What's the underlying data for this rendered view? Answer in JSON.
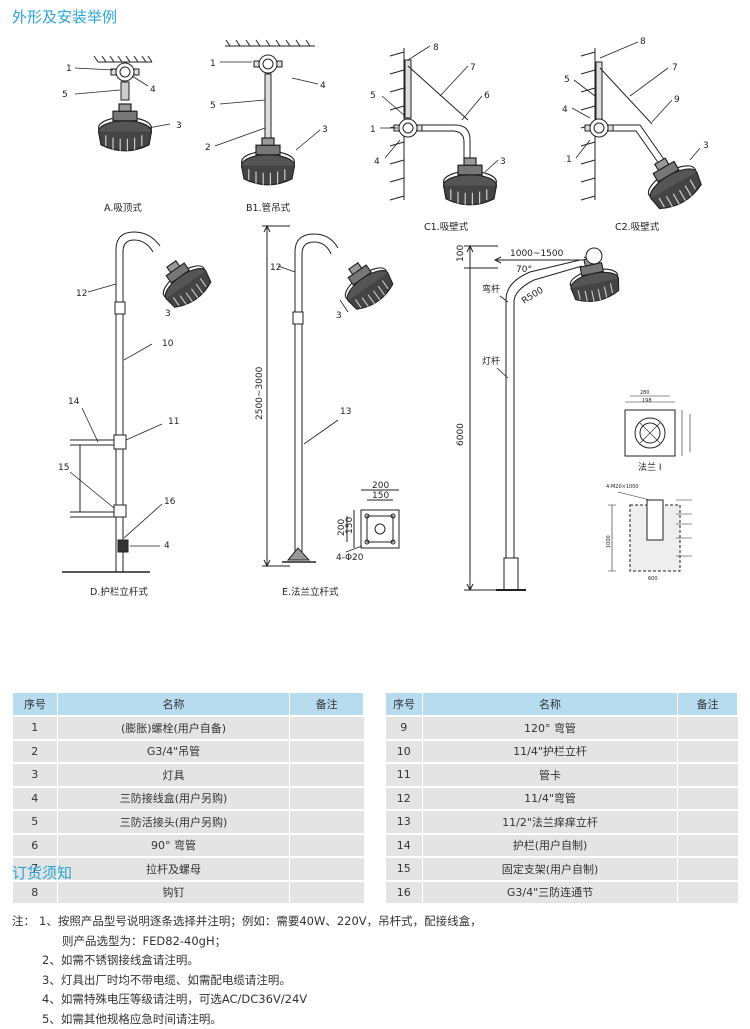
{
  "titles": {
    "drawings": "外形及安装举例",
    "ordering": "订货须知"
  },
  "drawings": {
    "captions": {
      "a": "A.吸顶式",
      "b1": "B1.管吊式",
      "c1": "C1.吸壁式",
      "c2": "C2.吸壁式",
      "d": "D.护栏立杆式",
      "e": "E.法兰立杆式"
    },
    "callouts": [
      "1",
      "2",
      "3",
      "4",
      "5",
      "6",
      "7",
      "8",
      "9",
      "10",
      "11",
      "12",
      "13",
      "14",
      "15",
      "16"
    ],
    "dimensions": {
      "e_height": "2500~3000",
      "flange_w1": "200",
      "flange_w2": "150",
      "flange_h1": "200",
      "flange_h2": "150",
      "flange_holes": "4-Φ20",
      "pole_top": "100",
      "pole_arm": "1000~1500",
      "pole_angle": "70°",
      "pole_radius": "R500",
      "pole_height": "6000",
      "bend_label": "弯杆",
      "pole_label": "灯杆",
      "flange_label": "法兰 I",
      "flange_d1": "280",
      "flange_d2": "198",
      "foundation_bolts": "4-M20×1000",
      "foundation_h": "1000",
      "foundation_w": "600"
    }
  },
  "table": {
    "headers": {
      "no": "序号",
      "name": "名称",
      "remark": "备注"
    },
    "left": [
      {
        "no": "1",
        "name": "(膨胀)螺栓(用户自备)",
        "remark": ""
      },
      {
        "no": "2",
        "name": "G3/4\"吊管",
        "remark": ""
      },
      {
        "no": "3",
        "name": "灯具",
        "remark": ""
      },
      {
        "no": "4",
        "name": "三防接线盒(用户另购)",
        "remark": ""
      },
      {
        "no": "5",
        "name": "三防活接头(用户另购)",
        "remark": ""
      },
      {
        "no": "6",
        "name": "90° 弯管",
        "remark": ""
      },
      {
        "no": "7",
        "name": "拉杆及螺母",
        "remark": ""
      },
      {
        "no": "8",
        "name": "钩钉",
        "remark": ""
      }
    ],
    "right": [
      {
        "no": "9",
        "name": "120° 弯管",
        "remark": ""
      },
      {
        "no": "10",
        "name": "11/4\"护栏立杆",
        "remark": ""
      },
      {
        "no": "11",
        "name": "管卡",
        "remark": ""
      },
      {
        "no": "12",
        "name": "11/4\"弯管",
        "remark": ""
      },
      {
        "no": "13",
        "name": "11/2\"法兰痒痒立杆",
        "remark": ""
      },
      {
        "no": "14",
        "name": "护栏(用户自制)",
        "remark": ""
      },
      {
        "no": "15",
        "name": "固定支架(用户自制)",
        "remark": ""
      },
      {
        "no": "16",
        "name": "G3/4\"三防连通节",
        "remark": ""
      }
    ]
  },
  "notes": {
    "prefix": "注：",
    "items": [
      "1、按照产品型号说明逐条选择并注明；例如：需要40W、220V，吊杆式，配接线盒，",
      "则产品选型为：FED82-40gH；",
      "2、如需不锈钢接线盒请注明。",
      "3、灯具出厂时均不带电缆、如需配电缆请注明。",
      "4、如需特殊电压等级请注明，可选AC/DC36V/24V",
      "5、如需其他规格应急时间请注明。"
    ]
  }
}
